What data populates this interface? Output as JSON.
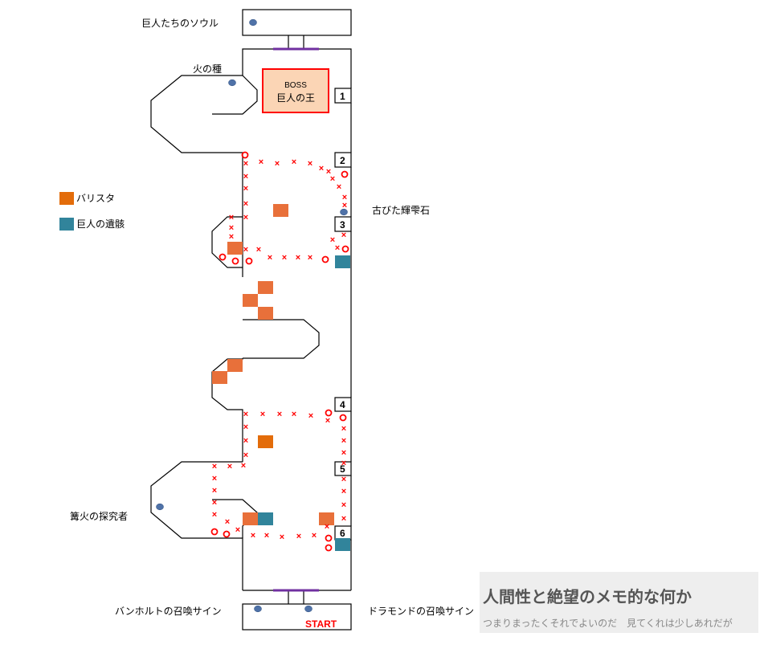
{
  "colors": {
    "ballista": "#e8703a",
    "ballista_alt": "#e36c0a",
    "giant_corpse": "#31849b",
    "item": "#4f72a8",
    "enemy_mark": "#ff0000",
    "fog_gate": "#7030a0",
    "boss_fill": "#fbd5b5",
    "boss_border": "#ff0000"
  },
  "legend": [
    {
      "key": "ballista",
      "label": "バリスタ"
    },
    {
      "key": "giant_corpse",
      "label": "巨人の遺骸"
    }
  ],
  "labels": {
    "giant_souls": "巨人たちのソウル",
    "ember": "火の種",
    "aged_smelter": "古びた輝雫石",
    "bonfire_searcher": "篝火の探究者",
    "benhart_sign": "バンホルトの召喚サイン",
    "drummond_sign": "ドラモンドの召喚サイン",
    "start": "START"
  },
  "boss": {
    "tag": "BOSS",
    "name": "巨人の王"
  },
  "checkpoints": [
    "1",
    "2",
    "3",
    "4",
    "5",
    "6"
  ],
  "blog": {
    "title": "人間性と絶望のメモ的な何か",
    "subtitle": "つまりまったくそれでよいのだ　見てくれは少しあれだが"
  }
}
